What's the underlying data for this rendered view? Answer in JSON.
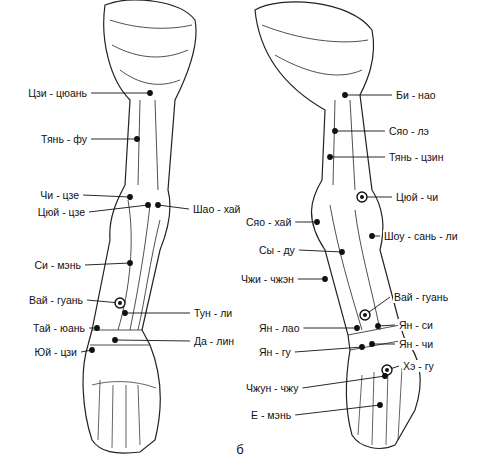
{
  "diagram": {
    "caption": "б",
    "labels": [
      "Цзи - цюань",
      "Тянь - фу",
      "Чи - цзе",
      "Цюй - цзе",
      "Шао - хай",
      "Си - мэнь",
      "Вай - гуань",
      "Тай - юань",
      "Тун - ли",
      "Юй - цзи",
      "Да - лин",
      "Би - нао",
      "Сяо - лэ",
      "Тянь - цзин",
      "Цюй - чи",
      "Сяо - хай",
      "Шоу - сань - ли",
      "Сы - ду",
      "Чжи - чжэн",
      "Вай - гуань",
      "Ян - лао",
      "Ян - си",
      "Ян - гу",
      "Ян - чи",
      "Хэ - гу",
      "Чжун - чжу",
      "Е - мэнь"
    ]
  }
}
